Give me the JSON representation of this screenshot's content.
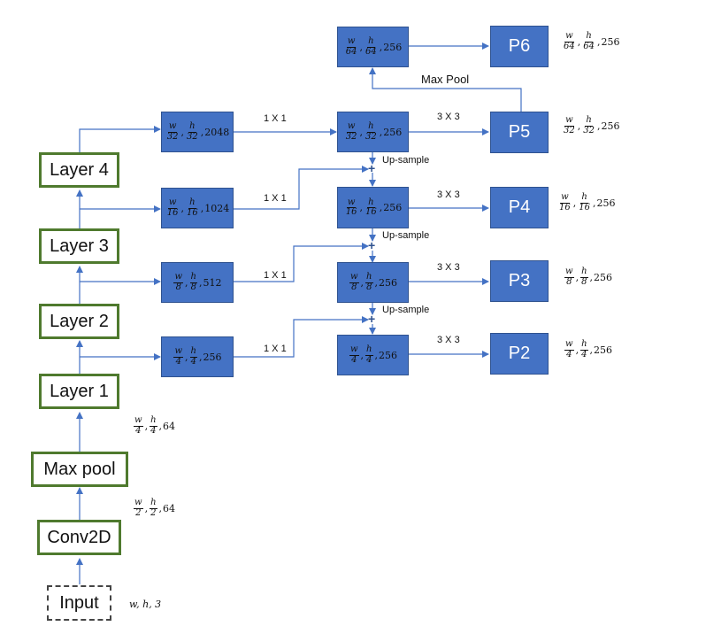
{
  "backbone": {
    "input": "Input",
    "conv2d": "Conv2D",
    "maxpool": "Max pool",
    "layer1": "Layer 1",
    "layer2": "Layer 2",
    "layer3": "Layer 3",
    "layer4": "Layer 4"
  },
  "backbone_dims": {
    "input": {
      "text": "w, h, 3"
    },
    "conv2d": {
      "num1": "w",
      "den1": "2",
      "num2": "h",
      "den2": "2",
      "ch": "64"
    },
    "maxpool": {
      "num1": "w",
      "den1": "4",
      "num2": "h",
      "den2": "4",
      "ch": "64"
    }
  },
  "lateral_boxes": [
    {
      "num1": "w",
      "den1": "32",
      "num2": "h",
      "den2": "32",
      "ch": "2048"
    },
    {
      "num1": "w",
      "den1": "16",
      "num2": "h",
      "den2": "16",
      "ch": "1024"
    },
    {
      "num1": "w",
      "den1": "8",
      "num2": "h",
      "den2": "8",
      "ch": "512"
    },
    {
      "num1": "w",
      "den1": "4",
      "num2": "h",
      "den2": "4",
      "ch": "256"
    }
  ],
  "fpn_boxes": [
    {
      "num1": "w",
      "den1": "64",
      "num2": "h",
      "den2": "64",
      "ch": "256"
    },
    {
      "num1": "w",
      "den1": "32",
      "num2": "h",
      "den2": "32",
      "ch": "256"
    },
    {
      "num1": "w",
      "den1": "16",
      "num2": "h",
      "den2": "16",
      "ch": "256"
    },
    {
      "num1": "w",
      "den1": "8",
      "num2": "h",
      "den2": "8",
      "ch": "256"
    },
    {
      "num1": "w",
      "den1": "4",
      "num2": "h",
      "den2": "4",
      "ch": "256"
    }
  ],
  "outputs": [
    {
      "label": "P6",
      "num1": "w",
      "den1": "64",
      "num2": "h",
      "den2": "64",
      "ch": "256"
    },
    {
      "label": "P5",
      "num1": "w",
      "den1": "32",
      "num2": "h",
      "den2": "32",
      "ch": "256"
    },
    {
      "label": "P4",
      "num1": "w",
      "den1": "16",
      "num2": "h",
      "den2": "16",
      "ch": "256"
    },
    {
      "label": "P3",
      "num1": "w",
      "den1": "8",
      "num2": "h",
      "den2": "8",
      "ch": "256"
    },
    {
      "label": "P2",
      "num1": "w",
      "den1": "4",
      "num2": "h",
      "den2": "4",
      "ch": "256"
    }
  ],
  "edge_labels": {
    "conv1x1": "1 X 1",
    "conv3x3": "3 X 3",
    "upsample": "Up-sample",
    "maxpool": "Max Pool"
  },
  "colors": {
    "stage_border": "#4f7a2e",
    "box_fill": "#4472c4",
    "arrow": "#4472c4"
  }
}
